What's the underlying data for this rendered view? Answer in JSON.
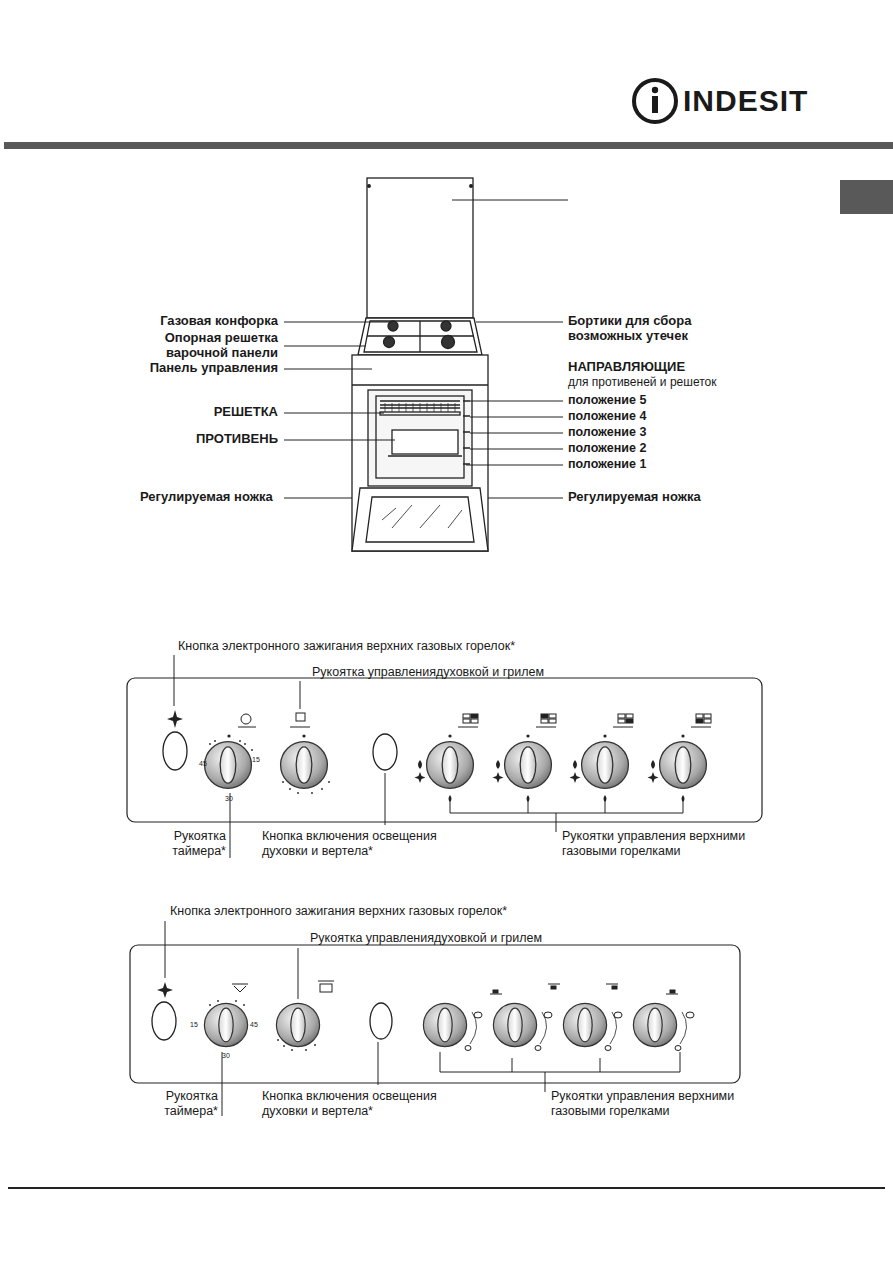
{
  "diagram": {
    "labels": [
      "INDESIT",
      "Газовая конфорка",
      "Опорная решетка варочной панели",
      "Панель управления",
      "РЕШЕТКА",
      "ПРОТИВЕНЬ",
      "Регулируемая ножка",
      "Бортики для сбора возможных утечек",
      "НАПРАВЛЯЮЩИЕ",
      "для противеней и решеток",
      "положение 5",
      "положение 4",
      "положение 3",
      "положение 2",
      "положение 1",
      "Регулируемая ножка",
      "Кнопка электронного зажигания верхних газовых горелок*",
      "Рукоятка управлениядуховкой и грилем",
      "45",
      "15",
      "30",
      "Рукоятка таймера*",
      "Кнопка включения освещения духовки и вертела*",
      "Рукоятки управления верхними газовыми горелками",
      "Кнопка электронного зажигания верхних газовых горелок*",
      "Рукоятка управлениядуховкой и грилем",
      "15",
      "45",
      "30",
      "Рукоятка таймера*",
      "Кнопка включения освещения духовки и вертела*",
      "Рукоятки управления верхними газовыми горелками"
    ]
  }
}
